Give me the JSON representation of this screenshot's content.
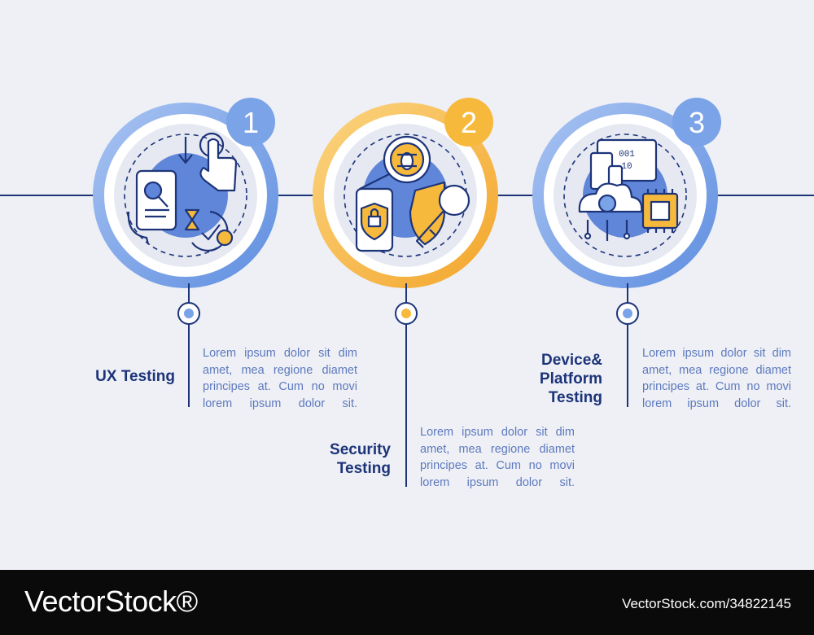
{
  "steps": [
    {
      "number": "1",
      "title": "UX Testing",
      "text": "Lorem ipsum dolor sit dim amet, mea regione diamet principes at. Cum no movi lorem ipsum dolor sit.",
      "color": "#7aa3e8",
      "icon": "ux-testing-icon"
    },
    {
      "number": "2",
      "title": "Security Testing",
      "text": "Lorem ipsum dolor sit dim amet, mea regione diamet principes at. Cum no movi lorem ipsum dolor sit.",
      "color": "#f7b93c",
      "icon": "security-testing-icon"
    },
    {
      "number": "3",
      "title": "Device& Platform Testing",
      "text": "Lorem ipsum dolor sit dim amet, mea regione diamet principes at. Cum no movi lorem ipsum dolor sit.",
      "color": "#7aa3e8",
      "icon": "device-platform-testing-icon"
    }
  ],
  "footer": {
    "brand": "VectorStock®",
    "id": "VectorStock.com/34822145"
  },
  "colors": {
    "dark_blue": "#1d3479",
    "light_blue": "#7aa3e8",
    "yellow": "#f7b93c",
    "background": "#eef0f6"
  }
}
